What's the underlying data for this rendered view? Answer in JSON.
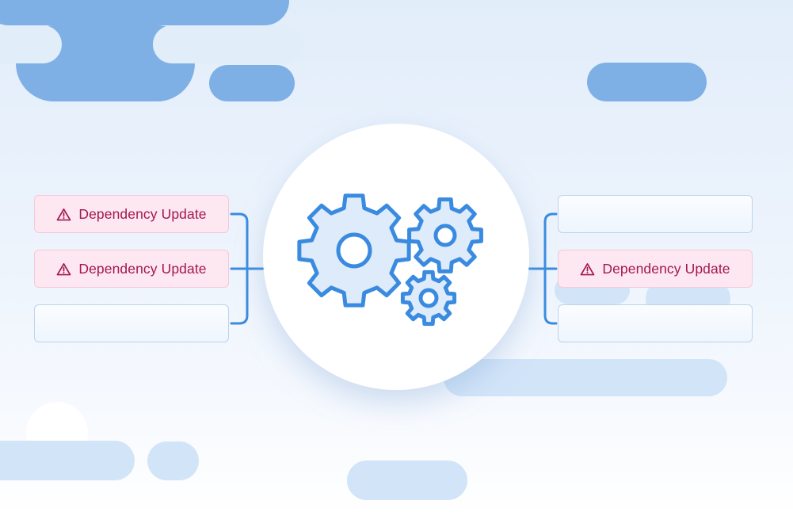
{
  "diagram": {
    "left_items": [
      {
        "label": "Dependency Update",
        "icon": "warning-triangle-icon",
        "state": "alert"
      },
      {
        "label": "Dependency Update",
        "icon": "warning-triangle-icon",
        "state": "alert"
      },
      {
        "label": "",
        "state": "empty"
      }
    ],
    "right_items": [
      {
        "label": "",
        "state": "empty"
      },
      {
        "label": "Dependency Update",
        "icon": "warning-triangle-icon",
        "state": "alert"
      },
      {
        "label": "",
        "state": "empty"
      }
    ],
    "center_icon": "gears-icon"
  },
  "colors": {
    "gear_stroke": "#3a8be0",
    "gear_fill": "#deebfa",
    "connector": "#3a8be0",
    "alert_text": "#a3184f",
    "alert_background": "#fde7f0",
    "cloud_dark": "#7eb0e6",
    "cloud_light": "#d2e4f8"
  }
}
